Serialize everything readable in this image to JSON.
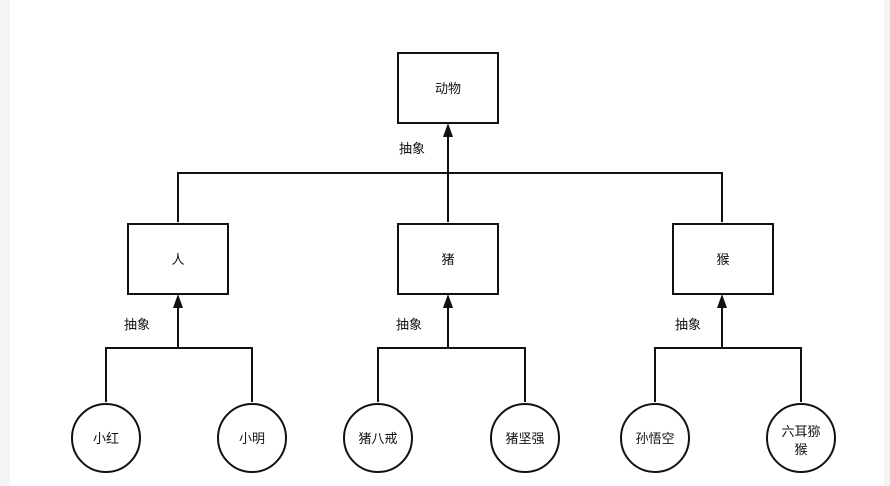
{
  "diagram": {
    "nodes": {
      "animal": "动物",
      "human": "人",
      "pig": "猪",
      "monkey": "猴",
      "xiaohong": "小红",
      "xiaoming": "小明",
      "zhubajie": "猪八戒",
      "zhujianqiang": "猪坚强",
      "sunwukong": "孙悟空",
      "liuermihou_line1": "六耳猕",
      "liuermihou_line2": "猴"
    },
    "edge_labels": {
      "to_animal": "抽象",
      "to_human": "抽象",
      "to_pig": "抽象",
      "to_monkey": "抽象"
    }
  },
  "colors": {
    "stroke": "#111111",
    "background": "#ffffff",
    "text": "#111111"
  }
}
